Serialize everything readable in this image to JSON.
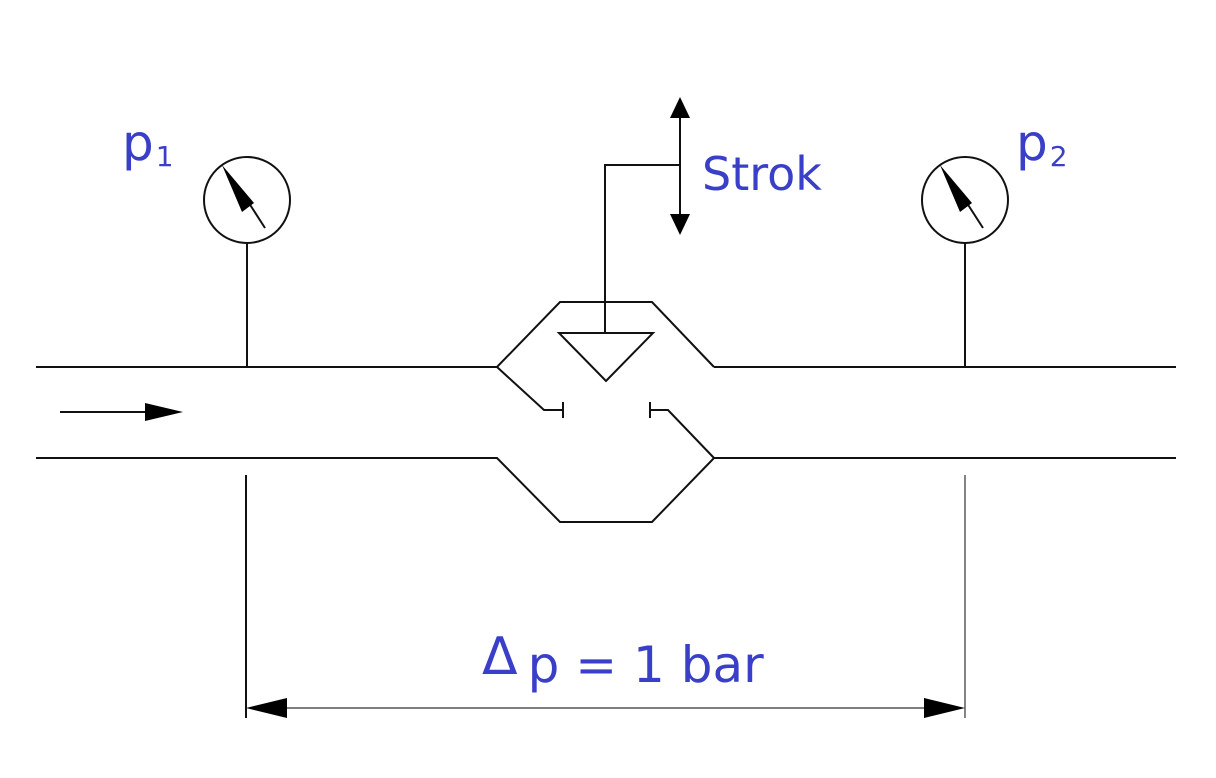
{
  "diagram": {
    "gauge_left": {
      "symbol": "p",
      "subscript": "1"
    },
    "gauge_right": {
      "symbol": "p",
      "subscript": "2"
    },
    "stroke_label": "Strok",
    "pressure_drop": {
      "delta_symbol": "Δ",
      "text": "p = 1 bar"
    },
    "colors": {
      "label": "#3a3fc8",
      "line": "#111111"
    }
  }
}
